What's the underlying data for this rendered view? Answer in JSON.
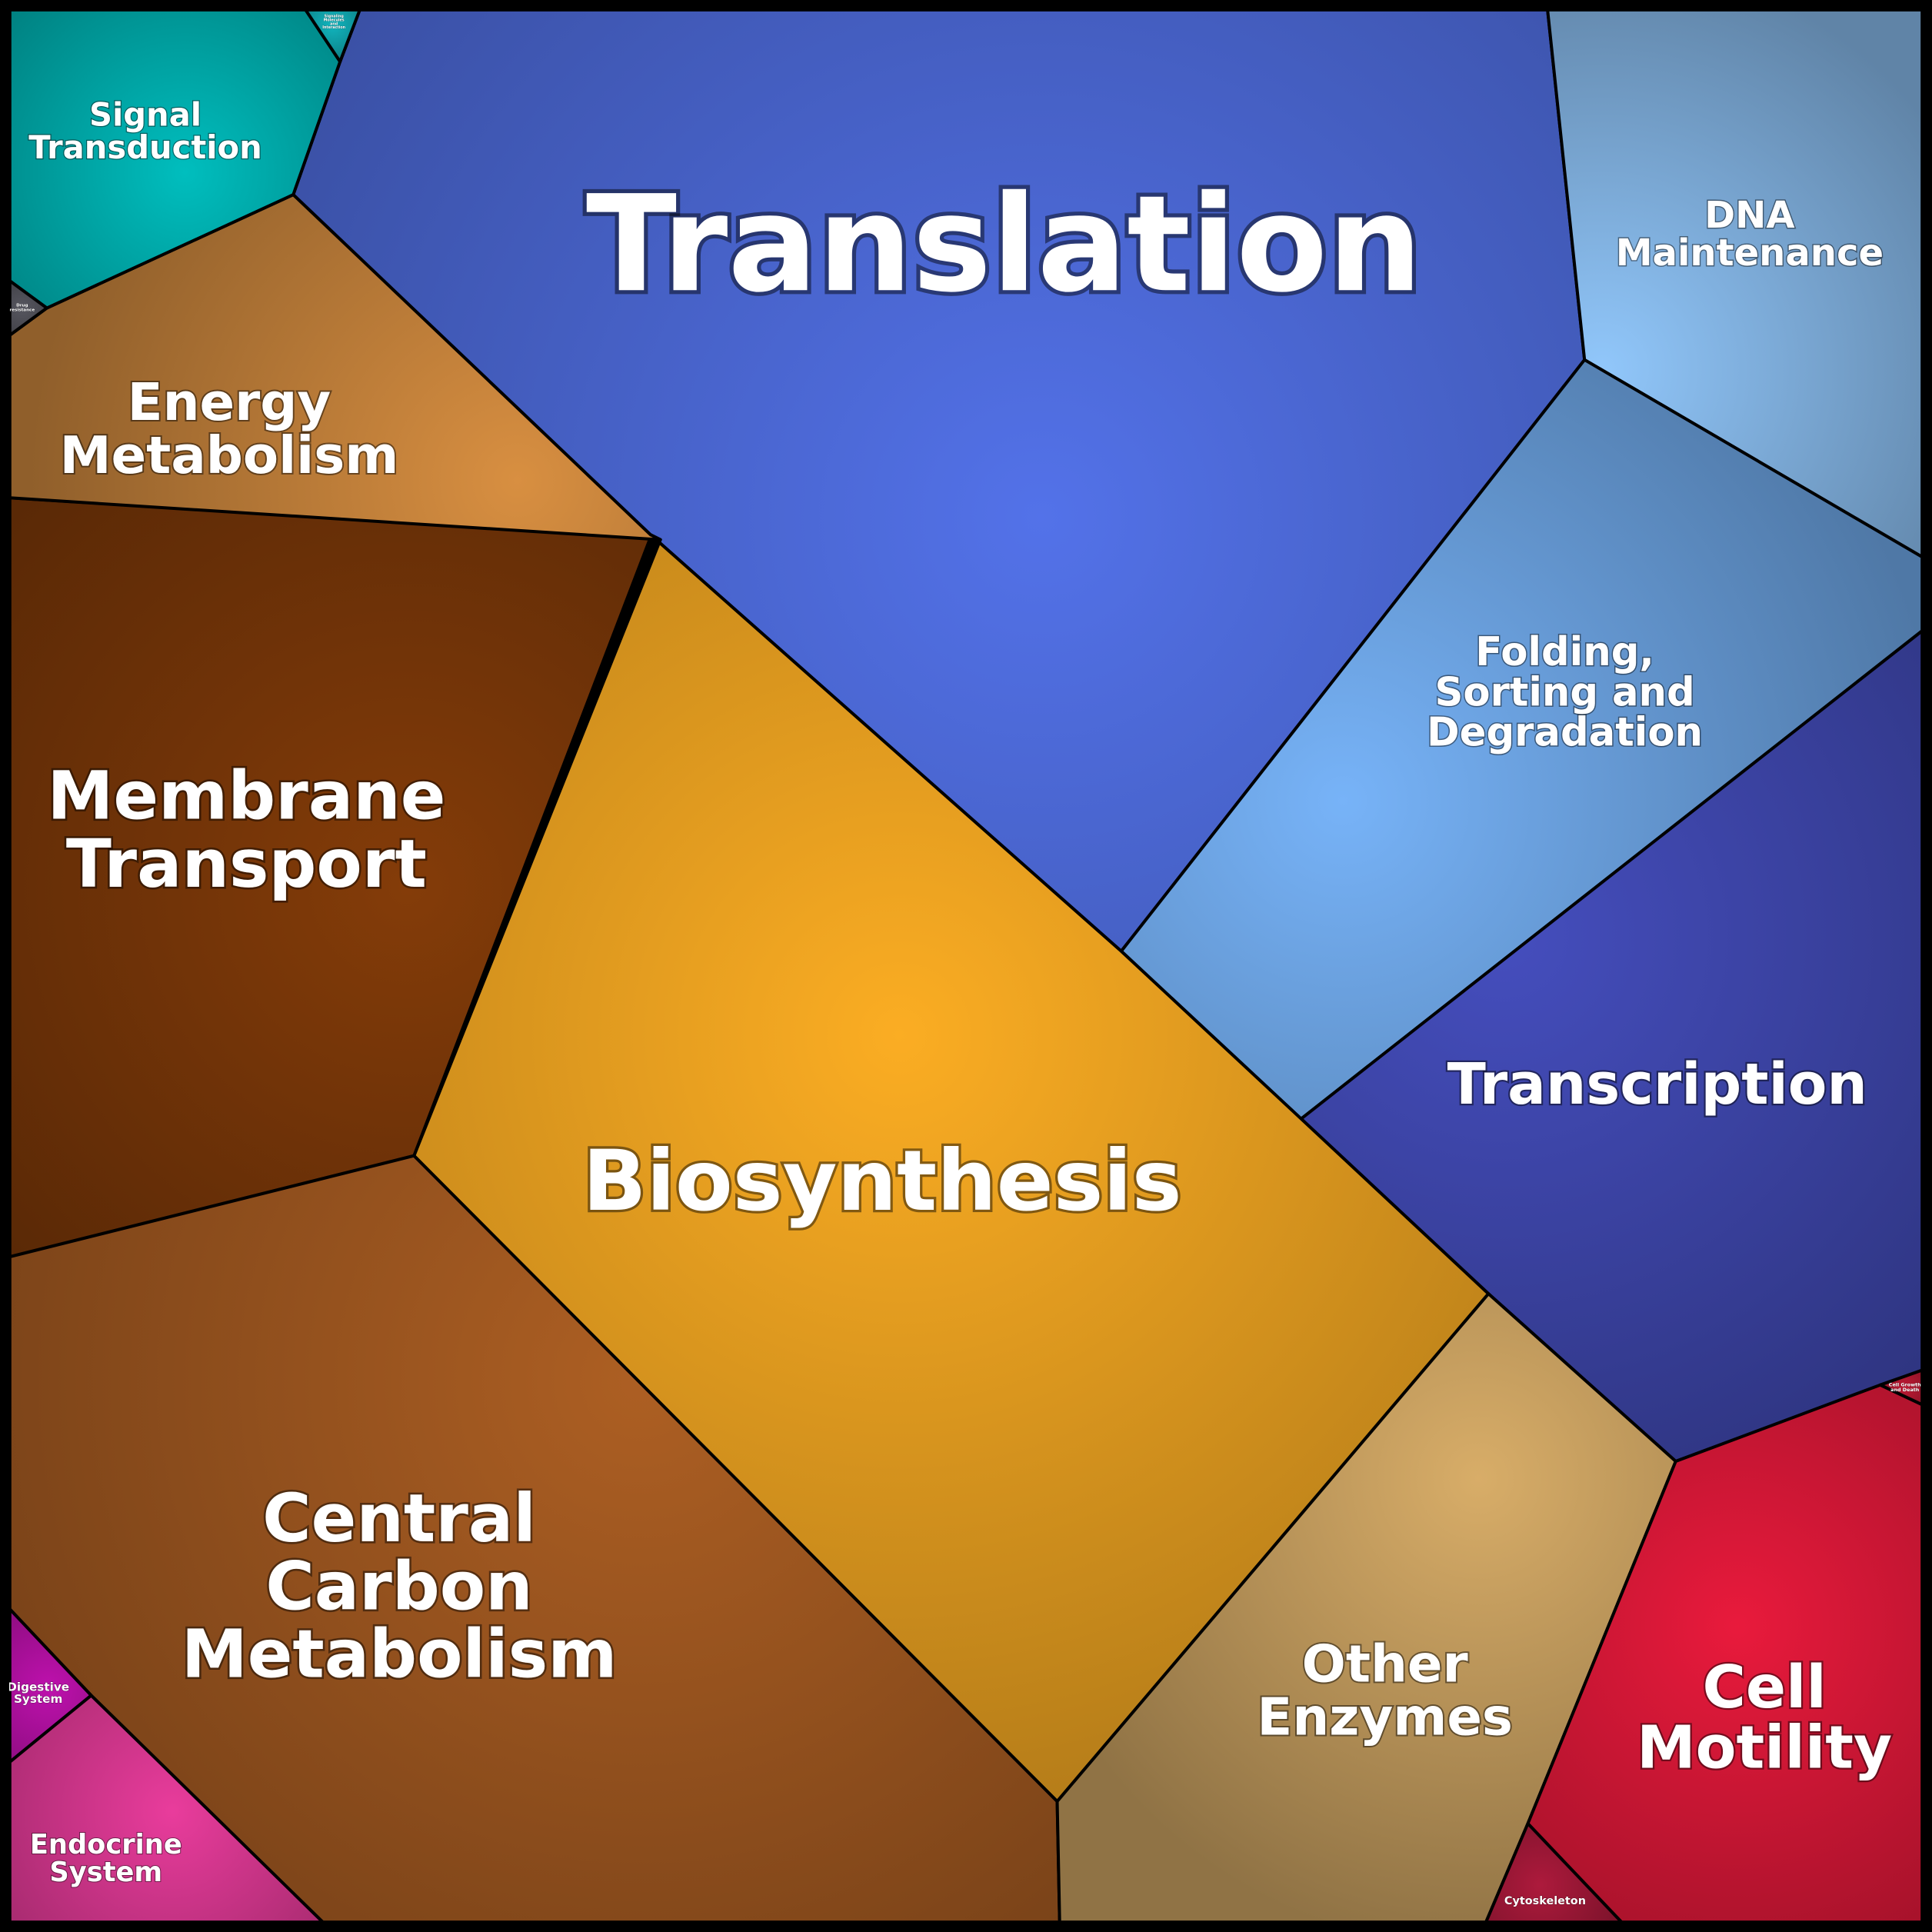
{
  "cells": [
    {
      "key": "translation",
      "label": "Translation",
      "color": "#4d6ad8"
    },
    {
      "key": "dna_maintenance",
      "label": "DNA Maintenance",
      "color": "#86b8e8"
    },
    {
      "key": "folding",
      "label": "Folding, Sorting and Degradation",
      "color": "#6ea6e6"
    },
    {
      "key": "transcription",
      "label": "Transcription",
      "color": "#4048b0"
    },
    {
      "key": "biosynthesis",
      "label": "Biosynthesis",
      "color": "#e8a020"
    },
    {
      "key": "membrane_transport",
      "label": "Membrane Transport",
      "color": "#7a3808"
    },
    {
      "key": "energy_metabolism",
      "label": "Energy Metabolism",
      "color": "#c8843c"
    },
    {
      "key": "signal_transduction",
      "label": "Signal Transduction",
      "color": "#00b0b0"
    },
    {
      "key": "signaling_molecules",
      "label": "Signaling Molecules and Interaction",
      "color": "#10a8b0"
    },
    {
      "key": "drug_resistance",
      "label": "Drug resistance",
      "color": "#505058"
    },
    {
      "key": "central_carbon",
      "label": "Central Carbon Metabolism",
      "color": "#a05820"
    },
    {
      "key": "other_enzymes",
      "label": "Other Enzymes",
      "color": "#c8a060"
    },
    {
      "key": "cell_motility",
      "label": "Cell Motility",
      "color": "#d81838"
    },
    {
      "key": "cell_growth",
      "label": "Cell Growth and Death",
      "color": "#b01830"
    },
    {
      "key": "cytoskeleton",
      "label": "Cytoskeleton",
      "color": "#a01838"
    },
    {
      "key": "digestive_system",
      "label": "Digestive System",
      "color": "#b010a0"
    },
    {
      "key": "endocrine_system",
      "label": "Endocrine System",
      "color": "#d83890"
    }
  ]
}
